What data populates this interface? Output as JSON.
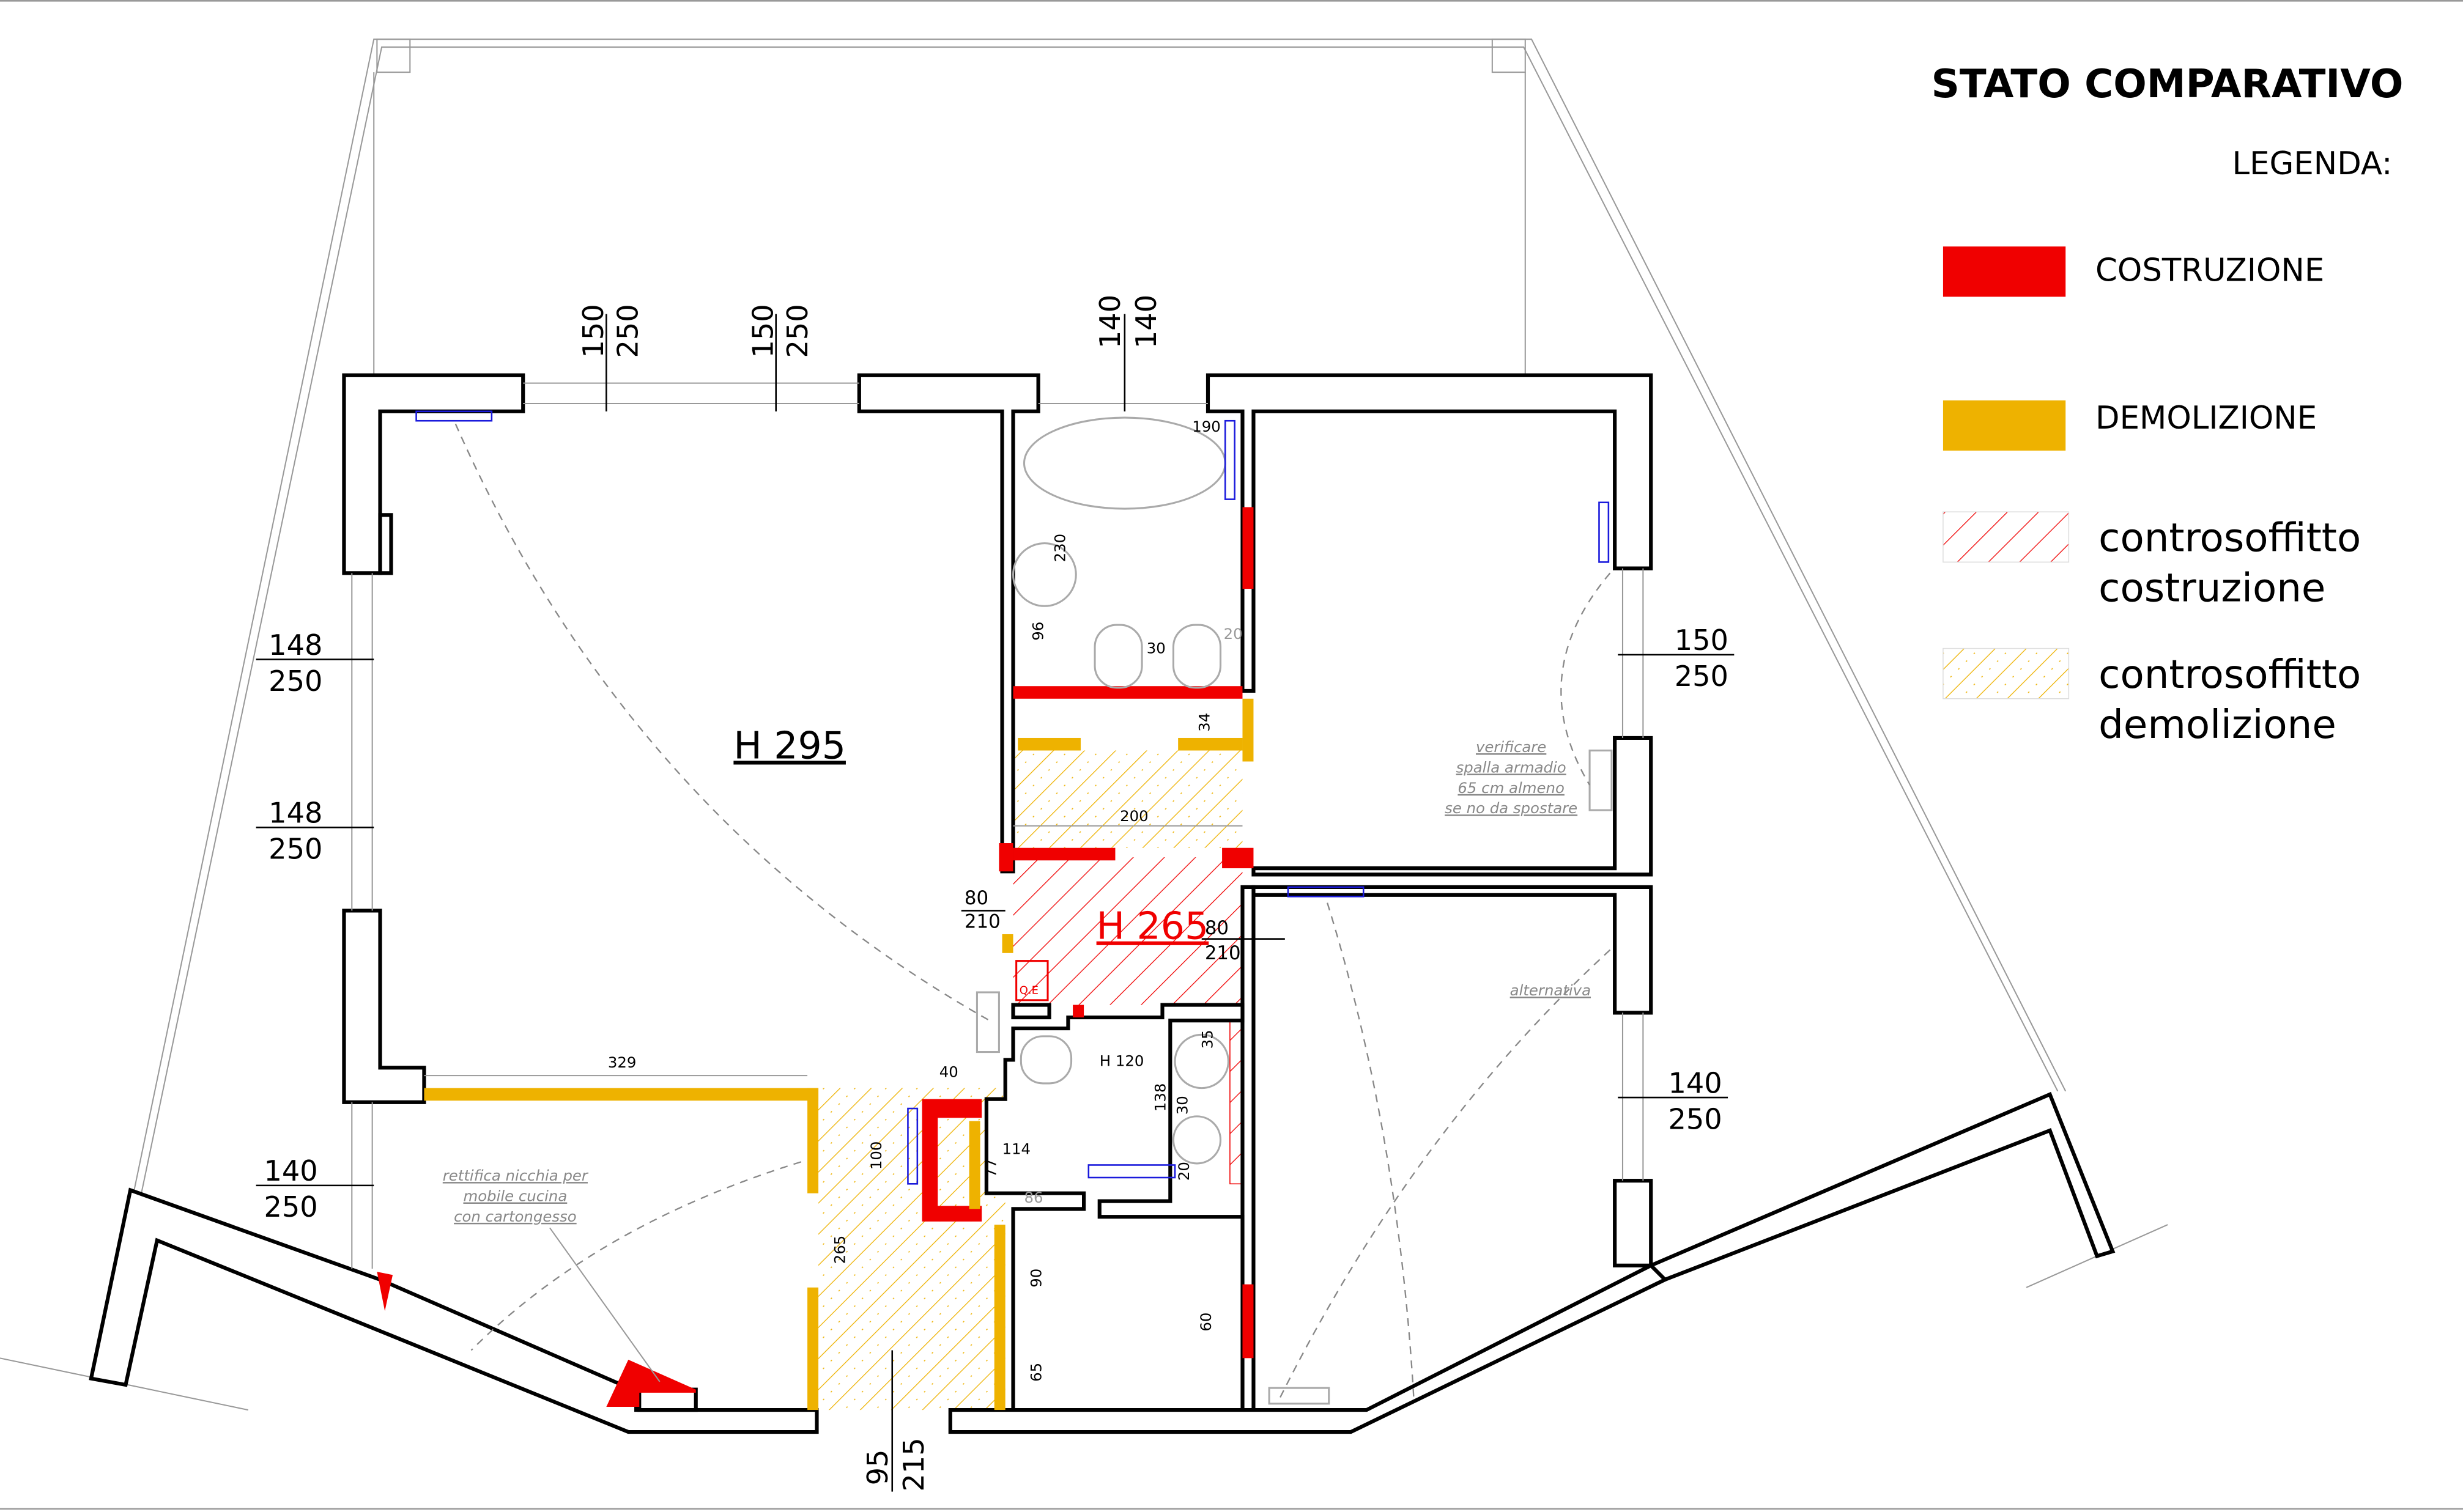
{
  "header": {
    "title": "STATO COMPARATIVO",
    "legend_title": "LEGENDA:"
  },
  "legend": [
    {
      "label": "COSTRUZIONE",
      "color": "#f00000",
      "style": "solid"
    },
    {
      "label": "DEMOLIZIONE",
      "color": "#eeb200",
      "style": "solid"
    },
    {
      "label_line1": "controsoffitto",
      "label_line2": "costruzione",
      "color": "#f00000",
      "style": "hatched"
    },
    {
      "label_line1": "controsoffitto",
      "label_line2": "demolizione",
      "color": "#eeb200",
      "style": "hatched"
    }
  ],
  "rooms": {
    "living_height": "H 295",
    "corridor_height": "H 265",
    "wc_height": "H 120",
    "electric_panel": "Q.E"
  },
  "windows": {
    "top1": {
      "w": "150",
      "h": "250"
    },
    "top2": {
      "w": "150",
      "h": "250"
    },
    "top3": {
      "w": "140",
      "h": "140"
    },
    "left1": {
      "w": "148",
      "h": "250"
    },
    "left2": {
      "w": "148",
      "h": "250"
    },
    "left3": {
      "w": "140",
      "h": "250"
    },
    "right1": {
      "w": "150",
      "h": "250"
    },
    "right2": {
      "w": "140",
      "h": "250"
    },
    "bottom": {
      "w": "95",
      "h": "215"
    }
  },
  "doors": {
    "corridor_left": {
      "w": "80",
      "h": "210"
    },
    "corridor_right": {
      "w": "80",
      "h": "210"
    }
  },
  "dimensions": {
    "d190": "190",
    "d230": "230",
    "d96": "96",
    "d30a": "30",
    "d20a": "20",
    "d34": "34",
    "d200": "200",
    "d329": "329",
    "d40": "40",
    "d100": "100",
    "d77": "77",
    "d114": "114",
    "d86": "86",
    "d138": "138",
    "d30b": "30",
    "d20b": "20",
    "d35": "35",
    "d265": "265",
    "d90": "90",
    "d65": "65",
    "d60": "60"
  },
  "notes": {
    "kitchen": [
      "rettifica nicchia per",
      "mobile cucina",
      "con cartongesso"
    ],
    "wardrobe": [
      "verificare",
      "spalla armadio",
      "65 cm almeno",
      "se no da spostare"
    ],
    "alternative": "alternativa"
  }
}
